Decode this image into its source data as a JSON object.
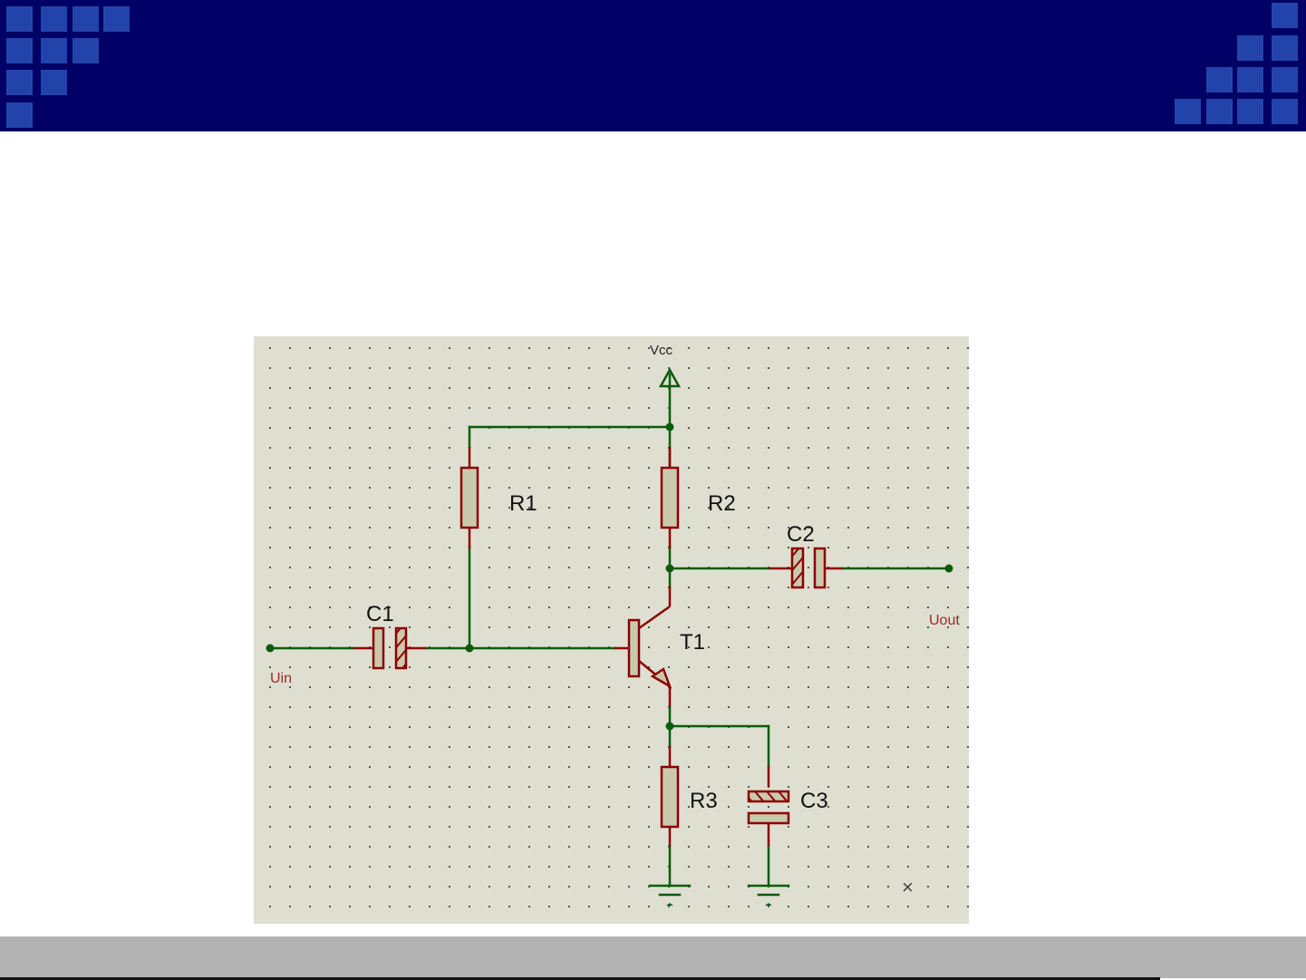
{
  "slide": {
    "header_color": "#000066",
    "decor_color": "#2244aa",
    "footer_color": "#b2b2b2"
  },
  "schematic": {
    "background": "#dfdfd1",
    "wire_color": "#0b5b0b",
    "component_color": "#8b0000",
    "component_fill": "#c9c9ad",
    "power_label": "Vcc",
    "input_label": "Uin",
    "output_label": "Uout",
    "components": {
      "r1": "R1",
      "r2": "R2",
      "r3": "R3",
      "c1": "C1",
      "c2": "C2",
      "c3": "C3",
      "t1": "T1"
    },
    "cursor_marker": "×"
  }
}
